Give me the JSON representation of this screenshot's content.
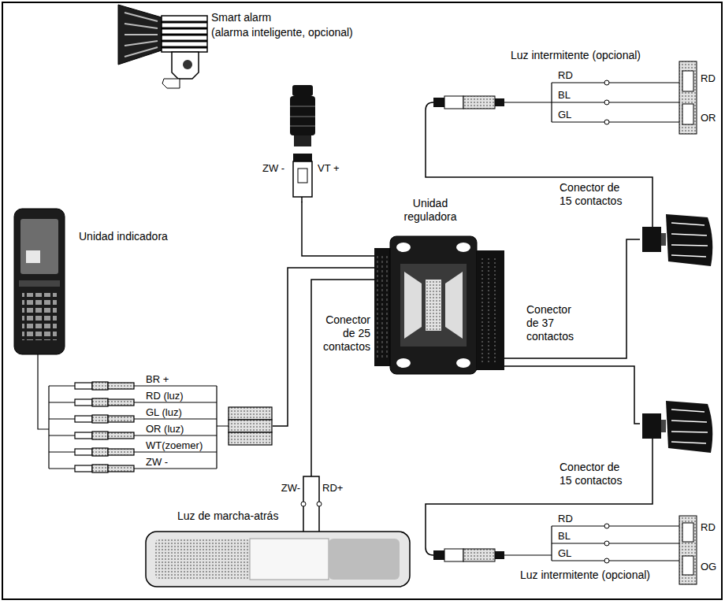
{
  "diagram": {
    "nodes": [
      {
        "text": [
          "Smart alarm",
          "(alarma inteligente, opcional)"
        ]
      },
      {
        "text": [
          "Luz intermitente (opcional)"
        ]
      },
      {
        "text": [
          "Unidad indicadora"
        ]
      },
      {
        "text": [
          "Unidad reguladora"
        ]
      },
      {
        "text": [
          "Conector de 15 contactos"
        ]
      },
      {
        "text": [
          "Conector de 15 contactos"
        ]
      },
      {
        "text": [
          "Luz intermitente (opcional)"
        ]
      },
      {
        "text": [
          "Luz de marcha-atrás"
        ]
      }
    ],
    "edges": [
      {
        "from": 0,
        "to": 3,
        "arrow": "none"
      },
      {
        "from": 2,
        "to": 3,
        "arrow": "none"
      },
      {
        "from": 7,
        "to": 3,
        "arrow": "none"
      },
      {
        "from": 3,
        "to": 4,
        "arrow": "none"
      },
      {
        "from": 3,
        "to": 5,
        "arrow": "none"
      },
      {
        "from": 4,
        "to": 1,
        "arrow": "none"
      },
      {
        "from": 5,
        "to": 6,
        "arrow": "none"
      }
    ],
    "labels": [
      "ZW -",
      "VT +",
      "BR +",
      "RD (luz)",
      "GL (luz)",
      "OR (luz)",
      "WT(zoemer)",
      "ZW -",
      "Conector de 25 contactos",
      "Conector de 37 contactos",
      "RD",
      "BL",
      "GL",
      "RD",
      "OR",
      "ZW-",
      "RD+",
      "RD",
      "BL",
      "GL",
      "RD",
      "OG"
    ]
  }
}
